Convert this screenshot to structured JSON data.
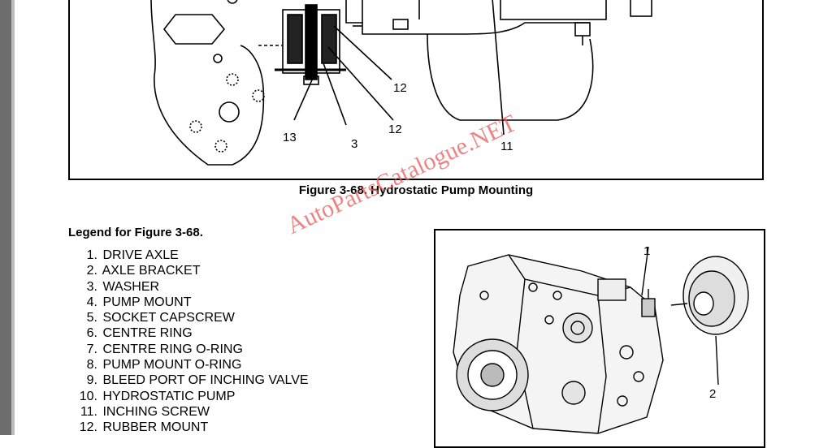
{
  "figure_top": {
    "callouts": {
      "c12a": "12",
      "c12b": "12",
      "c13": "13",
      "c3": "3",
      "c11": "11"
    }
  },
  "caption": "Figure 3-68. Hydrostatic Pump Mounting",
  "legend": {
    "title": "Legend for Figure 3-68.",
    "items": [
      {
        "num": "1.",
        "label": "DRIVE AXLE"
      },
      {
        "num": "2.",
        "label": "AXLE BRACKET"
      },
      {
        "num": "3.",
        "label": "WASHER"
      },
      {
        "num": "4.",
        "label": "PUMP MOUNT"
      },
      {
        "num": "5.",
        "label": "SOCKET CAPSCREW"
      },
      {
        "num": "6.",
        "label": "CENTRE RING"
      },
      {
        "num": "7.",
        "label": "CENTRE RING O-RING"
      },
      {
        "num": "8.",
        "label": "PUMP MOUNT O-RING"
      },
      {
        "num": "9.",
        "label": "BLEED PORT OF INCHING VALVE"
      },
      {
        "num": "10.",
        "label": "HYDROSTATIC PUMP"
      },
      {
        "num": "11.",
        "label": "INCHING SCREW"
      },
      {
        "num": "12.",
        "label": "RUBBER MOUNT"
      }
    ]
  },
  "figure_pump": {
    "callouts": {
      "c1": "1",
      "c2": "2"
    }
  },
  "watermark": "AutoPartsCatalogue.NET"
}
